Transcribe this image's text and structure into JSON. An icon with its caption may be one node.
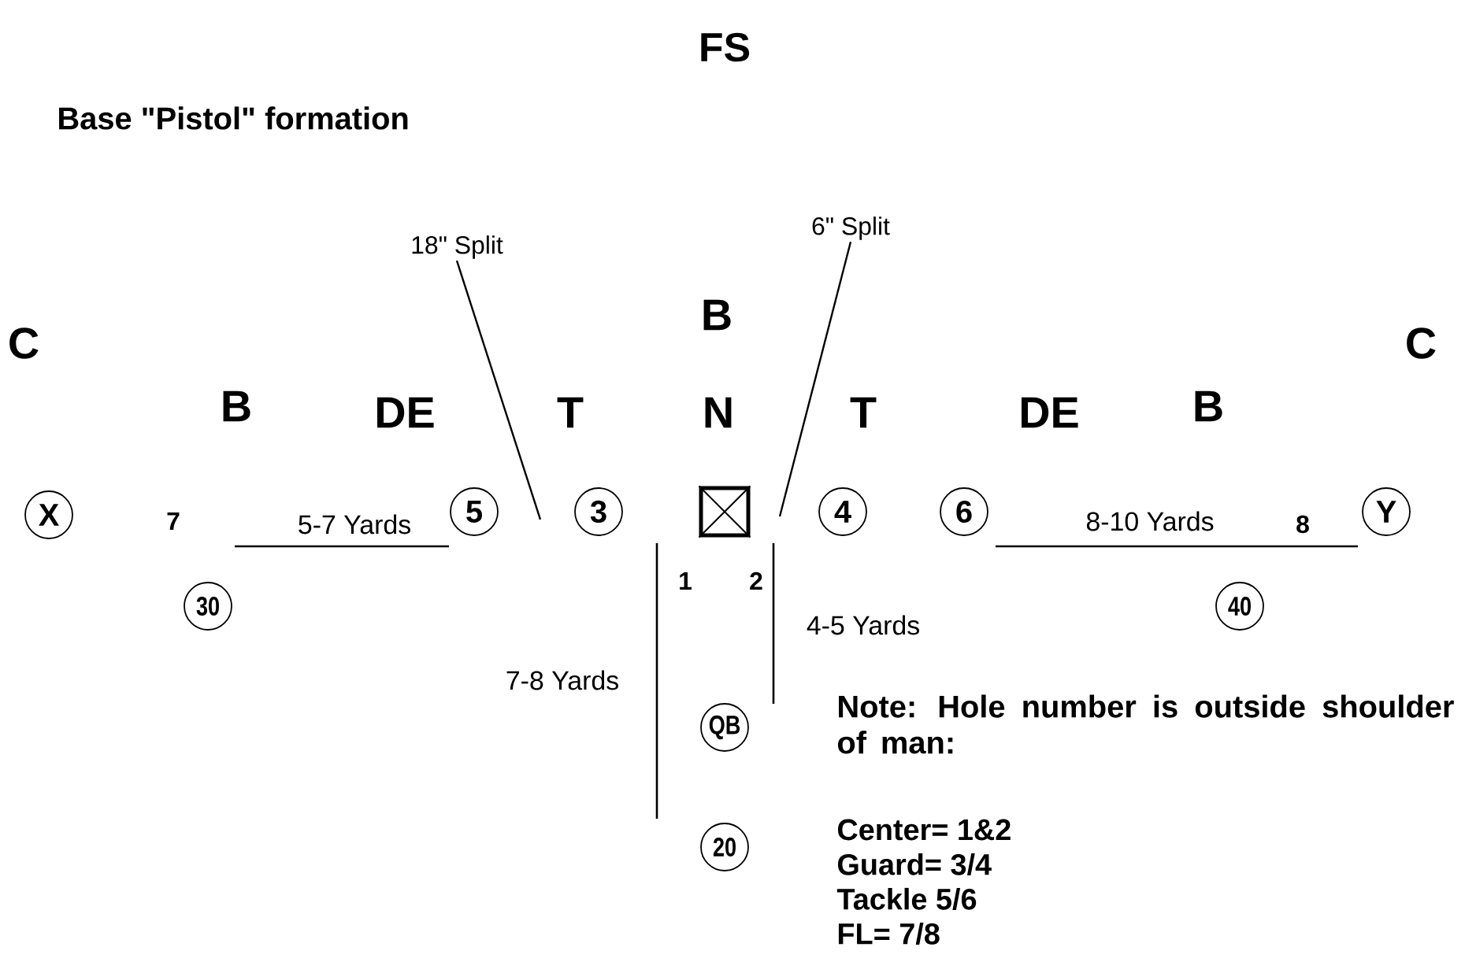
{
  "diagram": {
    "title": "Base \"Pistol\" formation",
    "nodes": [
      {
        "text": [
          "X"
        ]
      },
      {
        "text": [
          "5"
        ]
      },
      {
        "text": [
          "3"
        ]
      },
      {
        "text": [],
        "shape": "box"
      },
      {
        "text": [
          "4"
        ]
      },
      {
        "text": [
          "6"
        ]
      },
      {
        "text": [
          "Y"
        ]
      },
      {
        "text": [
          "30"
        ]
      },
      {
        "text": [
          "40"
        ]
      },
      {
        "text": [
          "QB"
        ]
      },
      {
        "text": [
          "20"
        ]
      },
      {
        "text": [
          "18\" Split"
        ]
      },
      {
        "text": [
          "6\" Split"
        ]
      }
    ],
    "edges": [
      {
        "from": 11,
        "to": null,
        "arrow": "none"
      },
      {
        "from": 12,
        "to": null,
        "arrow": "none"
      }
    ],
    "labels": [
      "FS",
      "C",
      "B",
      "C",
      "B",
      "DE",
      "T",
      "N",
      "T",
      "DE",
      "B",
      "7",
      "5-7 Yards",
      "8-10 Yards",
      "8",
      "1",
      "2",
      "4-5 Yards",
      "7-8 Yards",
      "Note: Hole number is outside shoulder of man:",
      "Center= 1&2",
      "Guard= 3/4",
      "Tackle 5/6",
      "FL= 7/8"
    ]
  }
}
